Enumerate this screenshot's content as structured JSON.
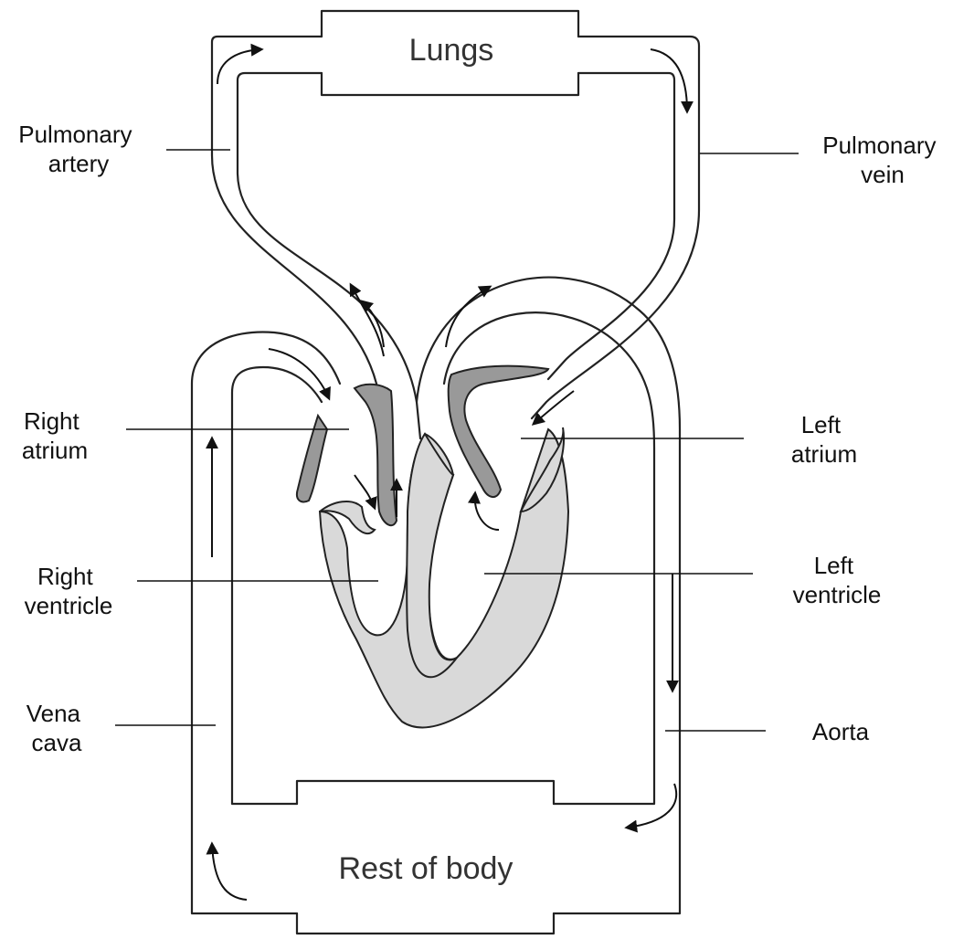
{
  "boxes": {
    "lungs": "Lungs",
    "body": "Rest of body"
  },
  "labels": {
    "pulmonary_artery": [
      "Pulmonary",
      "artery"
    ],
    "pulmonary_vein": [
      "Pulmonary",
      "vein"
    ],
    "right_atrium": [
      "Right",
      "atrium"
    ],
    "left_atrium": [
      "Left",
      "atrium"
    ],
    "right_ventricle": [
      "Right",
      "ventricle"
    ],
    "left_ventricle": [
      "Left",
      "ventricle"
    ],
    "vena_cava": [
      "Vena",
      "cava"
    ],
    "aorta": [
      "Aorta"
    ]
  },
  "colors": {
    "stroke": "#222222",
    "heart_fill": "#d9d9d9",
    "valve_fill": "#999999",
    "text": "#111111"
  }
}
